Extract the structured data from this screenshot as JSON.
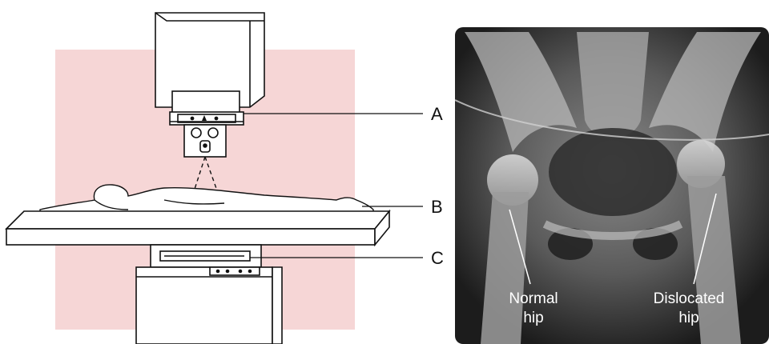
{
  "diagram": {
    "labels": {
      "a": "A",
      "b": "B",
      "c": "C"
    }
  },
  "xray": {
    "normal_hip_line1": "Normal",
    "normal_hip_line2": "hip",
    "dislocated_hip_line1": "Dislocated",
    "dislocated_hip_line2": "hip"
  },
  "colors": {
    "field_background": "#f6d6d6",
    "line": "#111111",
    "xray_text": "#ffffff"
  }
}
